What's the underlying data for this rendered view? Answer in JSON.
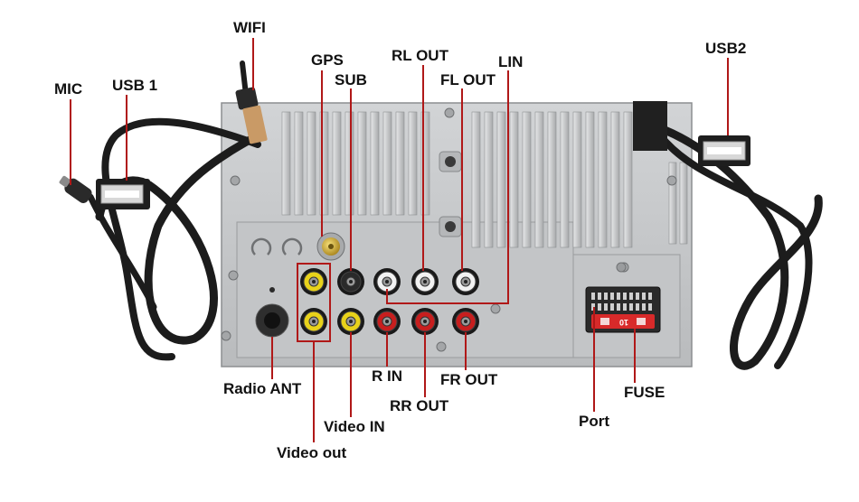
{
  "labels": {
    "wifi": "WIFI",
    "gps": "GPS",
    "rl_out": "RL OUT",
    "lin": "LIN",
    "sub": "SUB",
    "fl_out": "FL OUT",
    "usb2": "USB2",
    "mic": "MIC",
    "usb1": "USB 1",
    "radio_ant": "Radio ANT",
    "r_in": "R IN",
    "fr_out": "FR OUT",
    "rr_out": "RR OUT",
    "video_in": "Video IN",
    "video_out": "Video out",
    "port": "Port",
    "fuse": "FUSE"
  },
  "fuse_rating": "10",
  "colors": {
    "leader": "#b01818",
    "chassis": "#c9cbcd",
    "cable": "#1c1c1c",
    "rca_yellow": "#e8d21a",
    "rca_red": "#c81e1e",
    "rca_white": "#f2f2f2",
    "fuse": "#d82a2a"
  }
}
